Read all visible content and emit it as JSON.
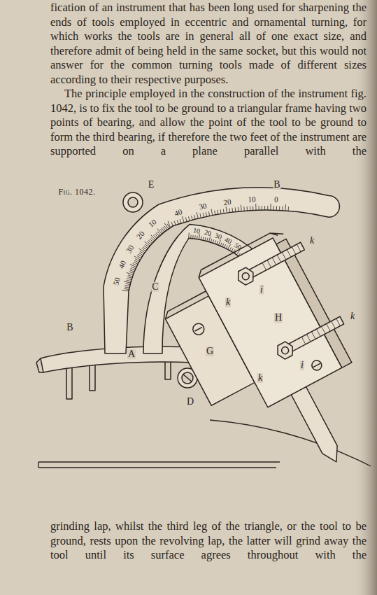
{
  "diagram": {
    "labels": [
      "fication of an instrument that has been long used for sharpening the ends of tools employed in eccentric and ornamental turning, for which works the tools are in general all of one exact size, and therefore admit of being held in the same socket, but this would not answer for the common turning tools made of different sizes according to their respective purposes.",
      "The principle employed in the construction of the instrument fig. 1042, is to fix the tool to be ground to a triangular frame having two points of bearing, and allow the point of the tool to be ground to form the third bearing, if therefore the two feet of the instrument are supported on a plane parallel with the",
      "Fig. 1042.",
      "E",
      "B",
      "40",
      "30",
      "20",
      "10",
      "0",
      "10",
      "20",
      "30",
      "40",
      "50",
      "10",
      "20",
      "30",
      "40",
      "50",
      "C",
      "B",
      "A",
      "k",
      "i",
      "k",
      "H",
      "i",
      "G",
      "k",
      "k",
      "D",
      "grinding lap, whilst the third leg of the triangle, or the tool to be ground, rests upon the revolving lap, the latter will grind away the tool until its surface agrees throughout with the"
    ]
  }
}
